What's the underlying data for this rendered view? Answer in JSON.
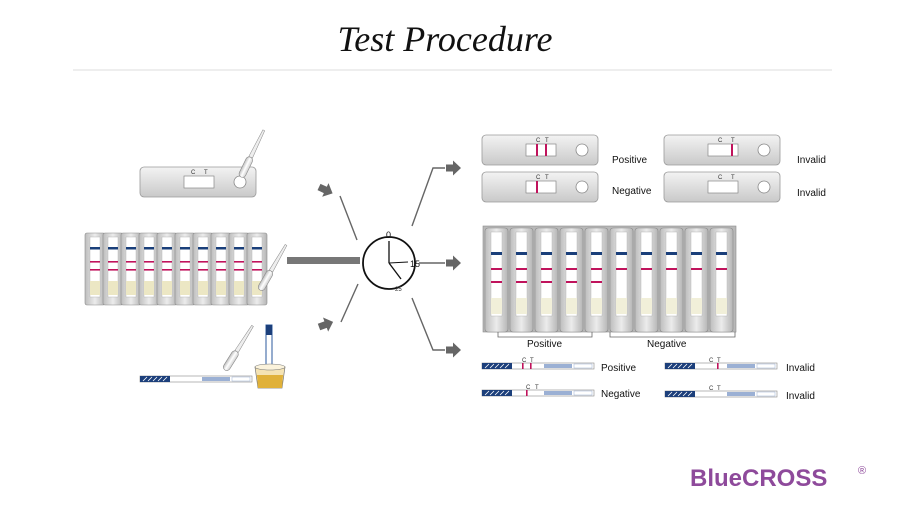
{
  "title": "Test Procedure",
  "cassette_marks": {
    "c": "C",
    "t": "T"
  },
  "clock": {
    "n0": "0",
    "n15": "15",
    "n25": "25"
  },
  "results": {
    "cassette": {
      "positive": "Positive",
      "negative": "Negative",
      "invalid_1": "Invalid",
      "invalid_2": "Invalid"
    },
    "panel": {
      "positive": "Positive",
      "negative": "Negative"
    },
    "strip": {
      "positive": "Positive",
      "negative": "Negative",
      "invalid_1": "Invalid",
      "invalid_2": "Invalid"
    }
  },
  "logo": {
    "text": "BlueCROSS",
    "registered": "®"
  },
  "colors": {
    "control_line": "#c0135c",
    "panel_blue": "#1a3f7a",
    "brand": "#8e4a9b",
    "urine": "#e0b13a"
  }
}
